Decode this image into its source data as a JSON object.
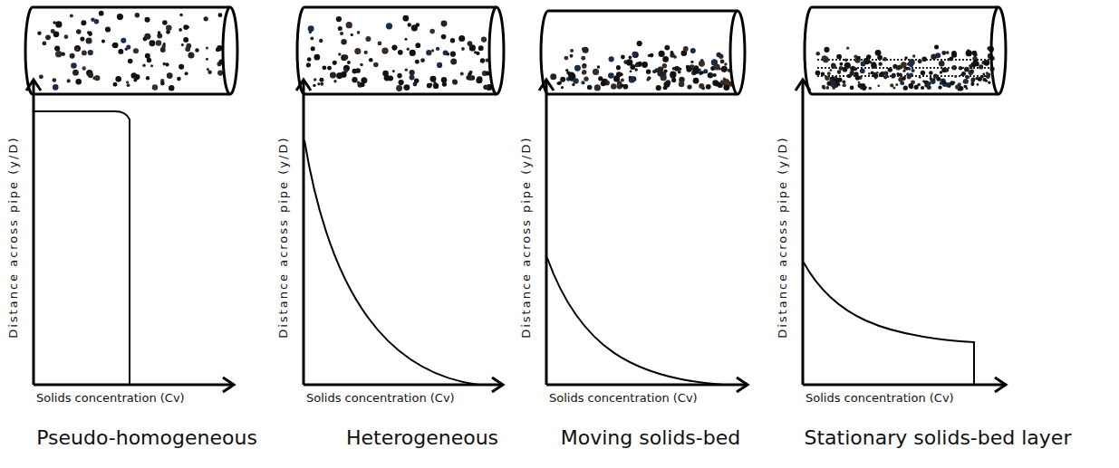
{
  "diagram": {
    "labels": [
      "Distance across pipe (y/D)",
      "Solids concentration (Cv)",
      "Pseudo-homogeneous",
      "Distance across pipe (y/D)",
      "Solids concentration (Cv)",
      "Heterogeneous",
      "Distance across pipe (y/D)",
      "Solids concentration (Cv)",
      "Moving solids-bed",
      "Distance across pipe (y/D)",
      "Solids concentration (Cv)",
      "Stationary solids-bed layer"
    ]
  }
}
